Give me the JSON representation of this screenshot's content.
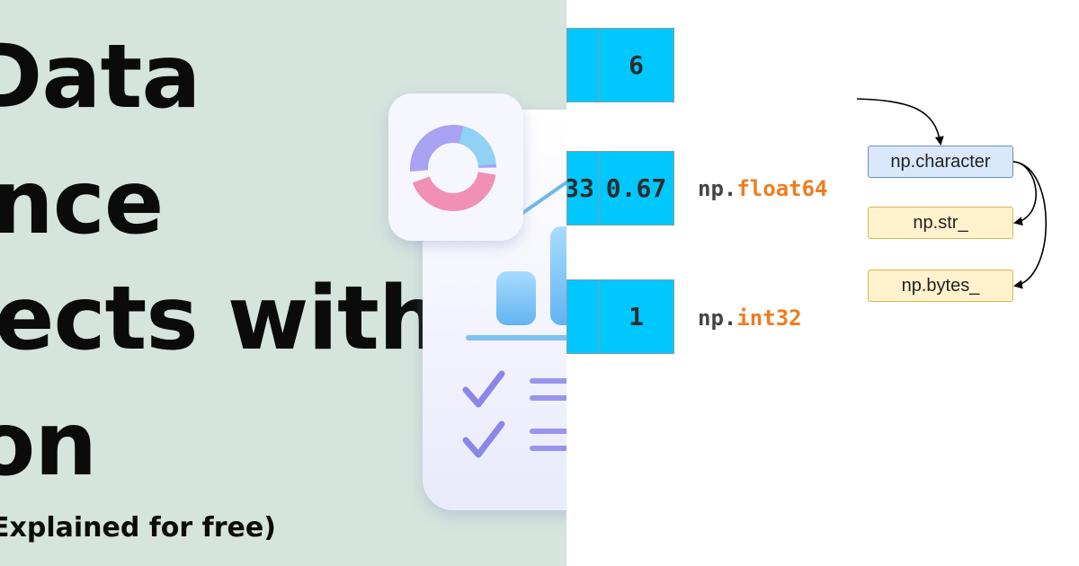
{
  "thumbnail": {
    "title_lines": [
      "Data",
      "nce",
      "ects with",
      "on"
    ],
    "subtitle": "Explained for free)",
    "colors": {
      "left_background": "#d5e4dc",
      "cell_fill": "#00c8ff",
      "dtype_accent": "#f07c1f"
    }
  },
  "illustration": {
    "icons": [
      "donut-chart-icon",
      "bar-chart-icon",
      "checkmark-icon",
      "list-lines-icon"
    ]
  },
  "array_rows": [
    {
      "cells": [
        "",
        "6"
      ],
      "dtype_prefix": "",
      "dtype_name": ""
    },
    {
      "cells": [
        "33",
        "0.67"
      ],
      "dtype_prefix": "np.",
      "dtype_name": "float64"
    },
    {
      "cells": [
        "",
        "1"
      ],
      "dtype_prefix": "np.",
      "dtype_name": "int32"
    }
  ],
  "dtype_tree": {
    "parent": "np.character",
    "children": [
      "np.str_",
      "np.bytes_"
    ]
  }
}
